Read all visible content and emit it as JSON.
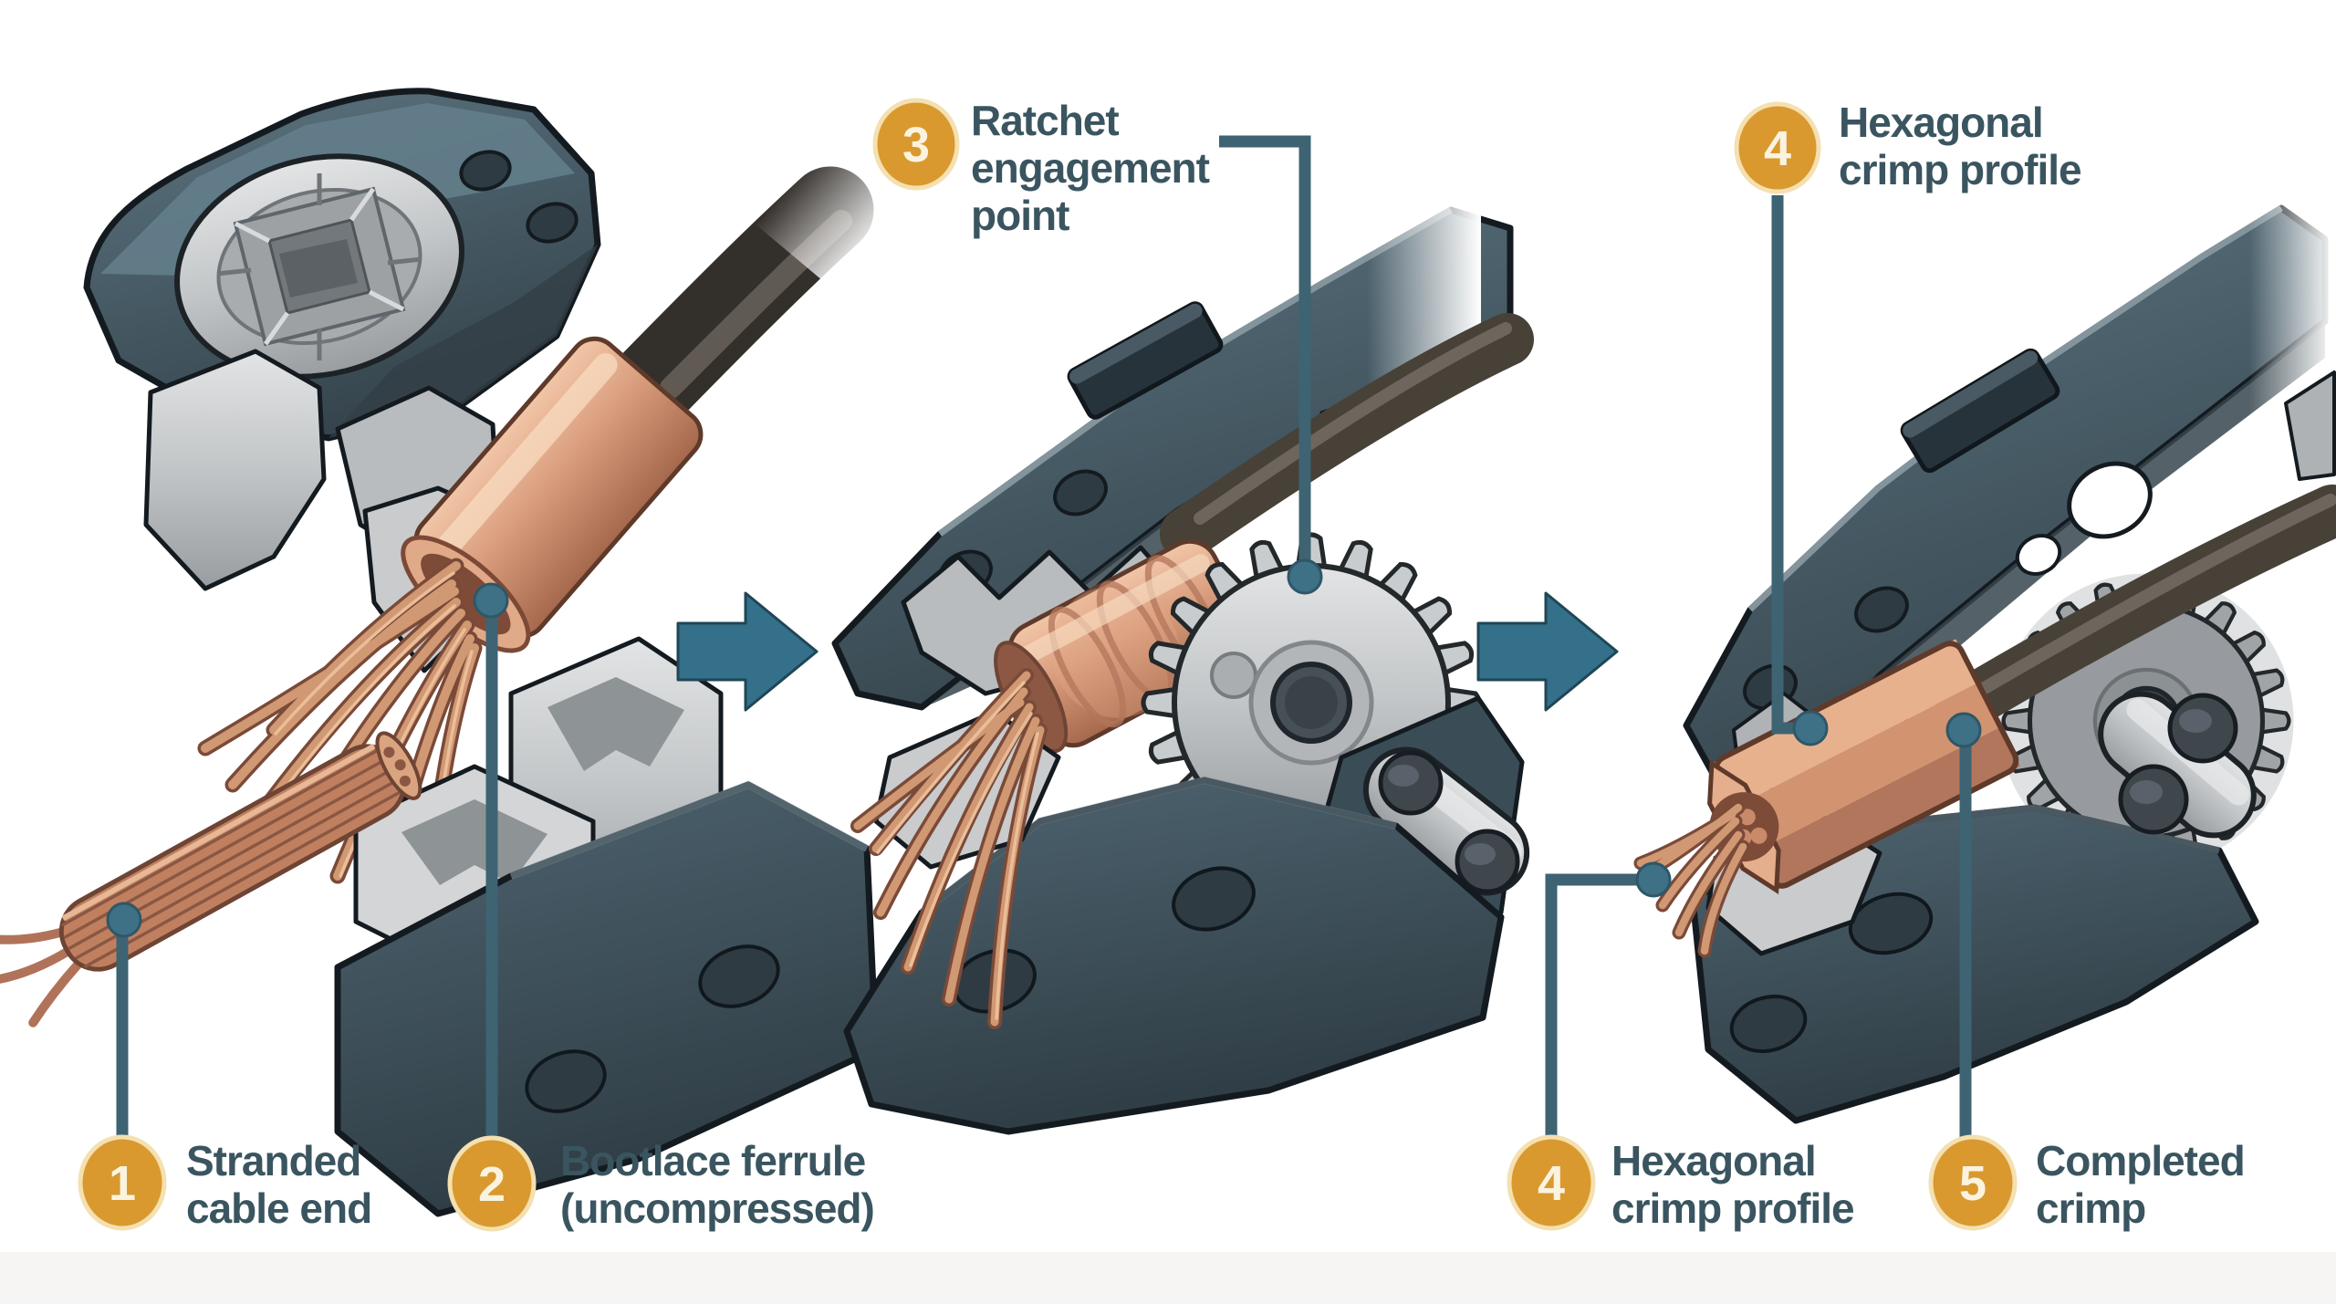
{
  "callouts": [
    {
      "number": "1",
      "label_lines": [
        "Stranded",
        "cable end"
      ]
    },
    {
      "number": "2",
      "label_lines": [
        "Bootlace ferrule",
        "(uncompressed)"
      ]
    },
    {
      "number": "3",
      "label_lines": [
        "Ratchet",
        "engagement",
        "point"
      ]
    },
    {
      "number": "4",
      "label_lines": [
        "Hexagonal",
        "crimp profile"
      ]
    },
    {
      "number": "4",
      "label_lines": [
        "Hexagonal",
        "crimp profile"
      ]
    },
    {
      "number": "5",
      "label_lines": [
        "Completed",
        "crimp"
      ]
    }
  ],
  "icons": {
    "step_arrow_1": "block-arrow-right",
    "step_arrow_2": "block-arrow-right"
  },
  "colors": {
    "badge_orange": "#D9992F",
    "badge_halo": "#F4E0B0",
    "badge_number": "#FAF3DF",
    "label_teal": "#3A5560",
    "leader_teal": "#3E6373",
    "dot_teal": "#3E7086",
    "dot_ring": "#2E5768",
    "arrow_teal": "#35708A",
    "arrow_edge": "#1F4656",
    "tool_slate": "#4A5F6A",
    "metal_gray": "#C2C5C7",
    "copper": "#D89C7C",
    "cable_dark": "#332F2B"
  }
}
